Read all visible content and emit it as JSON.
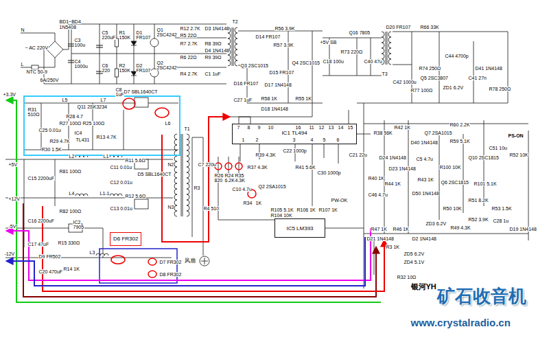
{
  "diagram": {
    "nodes": [
      {
        "text": [
          "IC1 TL494"
        ]
      },
      {
        "text": [
          "IC5 LM393"
        ]
      },
      {
        "text": [
          "D6 FR302"
        ]
      }
    ],
    "labels": [
      "N",
      "~ AC 220V",
      "L",
      "NTC 50-9",
      "6A/250V",
      "BD1~BD4",
      "1N5408",
      "C3",
      "100u",
      "C4",
      "1000u",
      "C5",
      "220uF",
      "C6",
      "220",
      "R1",
      "150K",
      "R2",
      "150K",
      "D1",
      "FR107",
      "D2",
      "FR107",
      "Q1",
      "2SC4242",
      "Q2",
      "2SC4242",
      "C8",
      "1uF",
      "R12 2.7K",
      "D3 1N4148",
      "R5 22Ω",
      "R7 2.7K",
      "R8 39Ω",
      "R6 22Ω",
      "R9 39Ω",
      "D4 1N4148",
      "R4 2.7K",
      "C1 1uF",
      "T2",
      "D14 FR107",
      "R57 3.9K",
      "R56 3.9K",
      "Q3 2SC1015",
      "D15 FR107",
      "Q4 2SC1015",
      "D16 FR107",
      "D17 1N4148",
      "C27 1uF",
      "R58 1K",
      "R55 1K",
      "D18 1N4148",
      "+5V SB",
      "Q16 7805",
      "R73 220Ω",
      "C18 100u",
      "C40 47u",
      "D20 FR107",
      "R66 33K",
      "C44 4700p",
      "R74 250Ω",
      "D41 1N4148",
      "T3",
      "C42 1000u",
      "Q5 2SC3807",
      "R77 100Ω",
      "ZD1 6.2V",
      "C41 27n",
      "R78 250Ω",
      "+3.3V",
      "L5",
      "L7",
      "Q11 2SK3234",
      "R31",
      "510Ω",
      "R28 4.7",
      "C25 0.01u",
      "R27 100Ω",
      "R25 100Ω",
      "R29 4.7K",
      "IC4",
      "TL431",
      "R13 4.7K",
      "R30 1.5K",
      "D7 SBL1640CT",
      "L6",
      "+5V",
      "L2",
      "L1",
      "C15 2200uF",
      "R81 100Ω",
      "R11 5.6Ω",
      "C11 0.01u",
      "D5 SBL1640CT",
      "C12 0.01u",
      "N2",
      "T1",
      "C7 220u",
      "+12V",
      "L4",
      "L1-1",
      "C16 2200uF",
      "R82 100Ω",
      "R12 5.6Ω",
      "C13 0.01u",
      "N3",
      "R3",
      "R4 510",
      "-5V",
      "IC2",
      "7905",
      "C17 47uF",
      "R15 330Ω",
      "-12V",
      "D9 FR502",
      "L3",
      "C20 470uF",
      "R14 1K",
      "D7 FR302",
      "D8 FR302",
      "风扇",
      "7",
      "8",
      "9",
      "10",
      "16",
      "11",
      "12",
      "13",
      "14",
      "15",
      "1",
      "2",
      "3",
      "4",
      "5",
      "6",
      "R26",
      "820",
      "R24",
      "6.2K",
      "R35",
      "4.3K",
      "R37 4.3K",
      "R39 4.3K",
      "C22 1000p",
      "R41 5.6K",
      "C30 1000p",
      "C10 4.7u",
      "Q2 2SA1015",
      "R34",
      "1K",
      "R105 5.1K",
      "R106 1K",
      "R107 1K",
      "PW-OK",
      "R104 10K",
      "C21 22u",
      "R38 56K",
      "R42 1K",
      "D40 1N4148",
      "Q7 2SA1015",
      "R60 2.2K",
      "R59 5.1K",
      "PS-ON",
      "C51 10u",
      "R52 10K",
      "D24 1N4148",
      "D23 1N4148",
      "C5 4.7u",
      "R100 10K",
      "Q10 2SC1815",
      "Q6 2SC1815",
      "R101 5.1K",
      "R40 1K",
      "R44 1K",
      "R43 1K",
      "C46 4.7u",
      "D50 1N4148",
      "R51 8.2K",
      "R50 10K",
      "R53 1.5K",
      "R52 3.9K",
      "C28 1u",
      "D19 1N4148",
      "ZD3 6.2V",
      "R49 4.3K",
      "R47 1K",
      "R46 1K",
      "D21 1N4148",
      "R3 1K",
      "D2 1N4148",
      "ZD5 6.2V",
      "ZD4 5.1V",
      "R32 10Ω",
      "银河YH",
      "矿石收音机",
      "www.crystalradio.cn"
    ]
  }
}
